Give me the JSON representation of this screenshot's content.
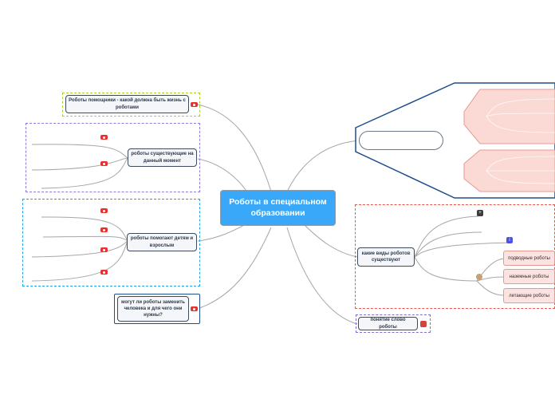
{
  "central": {
    "title": "Роботы в специальном образовании"
  },
  "left_branches": [
    {
      "label": "Роботы помощники - какой должна быть жизнь с роботами"
    },
    {
      "label": "роботы существующие на данный момент"
    },
    {
      "label": "роботы помогают детям и взрослым"
    },
    {
      "label": "могут ли роботы заменить человека и для чего они нужны?"
    }
  ],
  "right_branches": {
    "types": {
      "label": "какие виды роботов существуют",
      "sub_items": [
        "подводные роботы",
        "наземные роботы",
        "летающие роботы"
      ]
    },
    "concept": {
      "label": "понятие слово роботы"
    }
  },
  "colors": {
    "central_fill": "#3aa8f8",
    "callout_border": "#1f4e8c",
    "callout_section": "#f7b7ae",
    "red_frame": "#e8564f",
    "purple_frame": "#7b6fd0",
    "lime_frame": "#a8d22a",
    "blue_frame": "#22a0e6",
    "lavender_frame": "#8a7fe0"
  },
  "icons": [
    "attachment-icon",
    "plus-icon",
    "info-icon",
    "user-icon"
  ]
}
